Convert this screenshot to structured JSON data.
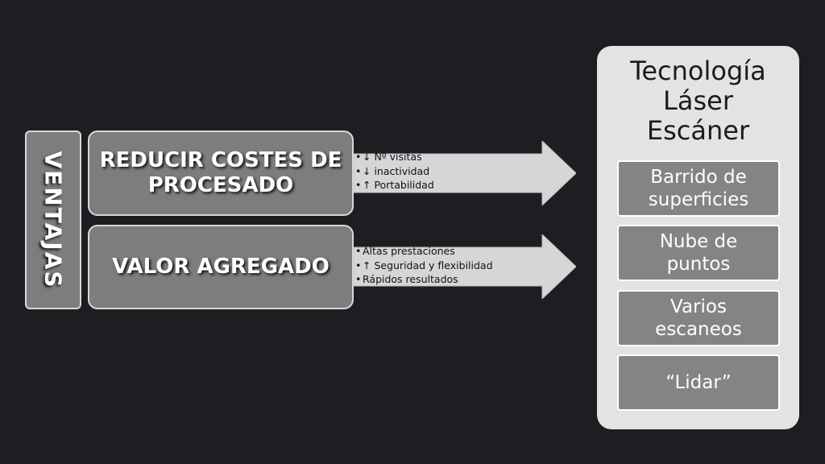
{
  "left": {
    "vertical_label": "VENTAJAS",
    "rows": [
      {
        "label": "REDUCIR  COSTES DE PROCESADO",
        "bullets": [
          "↓ Nº visitas",
          "↓ inactividad",
          "↑ Portabilidad"
        ]
      },
      {
        "label": "VALOR AGREGADO",
        "bullets": [
          "Altas prestaciones",
          "↑ Seguridad y flexibilidad",
          "Rápidos resultados"
        ]
      }
    ]
  },
  "right": {
    "title_lines": [
      "Tecnología",
      "Láser",
      "Escáner"
    ],
    "items": [
      {
        "line1": "Barrido de",
        "line2": "superficies"
      },
      {
        "line1": "Nube de",
        "line2": "puntos"
      },
      {
        "line1": "Varios",
        "line2": "escaneos"
      },
      {
        "line1": "“Lidar”",
        "line2": ""
      }
    ]
  },
  "colors": {
    "background": "#1c1e22",
    "box_fill": "#7d7d7d",
    "arrow_fill": "#d6d6d6",
    "panel_fill": "#e3e3e3",
    "card_fill": "#848484"
  }
}
